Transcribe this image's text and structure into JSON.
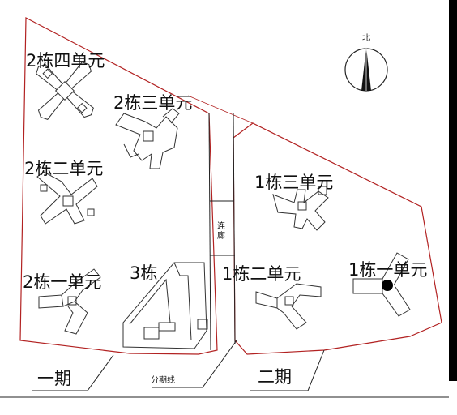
{
  "compass": {
    "label": "北"
  },
  "labels": {
    "b2u4": "2栋四单元",
    "b2u3": "2栋三单元",
    "b2u2": "2栋二单元",
    "b2u1": "2栋一单元",
    "b3": "3栋",
    "b1u3": "1栋三单元",
    "b1u2": "1栋二单元",
    "b1u1": "1栋一单元",
    "corridor": "连廊",
    "phase_line": "分期线",
    "phase1": "一期",
    "phase2": "二期"
  },
  "colors": {
    "boundary": "#b22222",
    "lines": "#222222"
  }
}
